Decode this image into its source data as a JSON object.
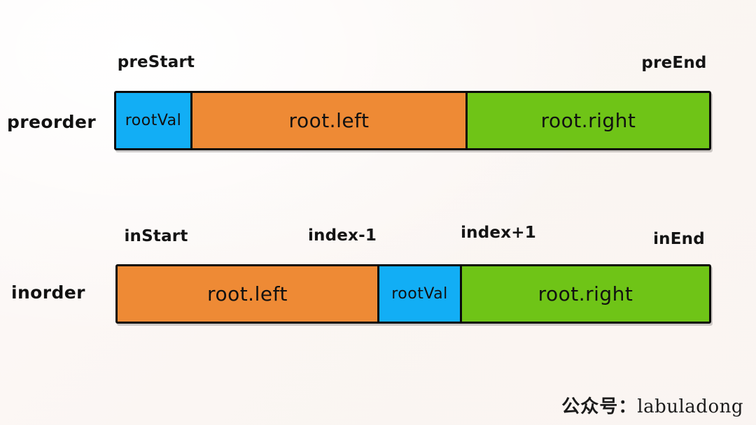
{
  "page": {
    "background_color": "#fdf8f6",
    "watermark": {
      "prefix": "公众号：",
      "name": "labuladong"
    }
  },
  "palette": {
    "blue": "#12aef5",
    "orange": "#ee8a35",
    "green": "#6fc417",
    "outline": "#0b0b0b",
    "text": "#111111"
  },
  "rows": [
    {
      "id": "preorder",
      "label": "preorder",
      "captions": [
        {
          "id": "pre-start",
          "text": "preStart"
        },
        {
          "id": "pre-end",
          "text": "preEnd"
        }
      ],
      "segments": [
        {
          "id": "pre-rootval",
          "label": "rootVal",
          "color": "#12aef5"
        },
        {
          "id": "pre-rootleft",
          "label": "root.left",
          "color": "#ee8a35"
        },
        {
          "id": "pre-rootright",
          "label": "root.right",
          "color": "#6fc417"
        }
      ]
    },
    {
      "id": "inorder",
      "label": "inorder",
      "captions": [
        {
          "id": "in-start",
          "text": "inStart"
        },
        {
          "id": "index-minus",
          "text": "index-1"
        },
        {
          "id": "index-plus",
          "text": "index+1"
        },
        {
          "id": "in-end",
          "text": "inEnd"
        }
      ],
      "segments": [
        {
          "id": "in-rootleft",
          "label": "root.left",
          "color": "#ee8a35"
        },
        {
          "id": "in-rootval",
          "label": "rootVal",
          "color": "#12aef5"
        },
        {
          "id": "in-rootright",
          "label": "root.right",
          "color": "#6fc417"
        }
      ]
    }
  ]
}
